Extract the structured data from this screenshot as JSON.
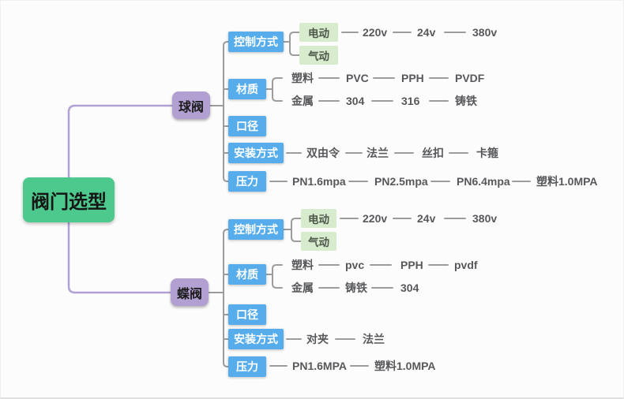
{
  "colors": {
    "root_bg": "#4dc98d",
    "branch_bg": "#b3a0d2",
    "topic_bg": "#57adec",
    "leaf_box_bg": "#d7eccd",
    "line": "#9c9c9c",
    "root_line": "#b2a0d2",
    "leaf_text": "#57585b"
  },
  "root": {
    "label": "阀门选型"
  },
  "ball": {
    "label": "球阀",
    "control": {
      "label": "控制方式",
      "electric": "电动",
      "pneumatic": "气动",
      "voltages": [
        "220v",
        "24v",
        "380v"
      ]
    },
    "material": {
      "label": "材质",
      "plastic": [
        "塑料",
        "PVC",
        "PPH",
        "PVDF"
      ],
      "metal": [
        "金属",
        "304",
        "316",
        "铸铁"
      ]
    },
    "diameter": {
      "label": "口径"
    },
    "install": {
      "label": "安装方式",
      "items": [
        "双由令",
        "法兰",
        "丝扣",
        "卡箍"
      ]
    },
    "pressure": {
      "label": "压力",
      "items": [
        "PN1.6mpa",
        "PN2.5mpa",
        "PN6.4mpa",
        "塑料1.0MPA"
      ]
    }
  },
  "butterfly": {
    "label": "蝶阀",
    "control": {
      "label": "控制方式",
      "electric": "电动",
      "pneumatic": "气动",
      "voltages": [
        "220v",
        "24v",
        "380v"
      ]
    },
    "material": {
      "label": "材质",
      "plastic": [
        "塑料",
        "pvc",
        "PPH",
        "pvdf"
      ],
      "metal": [
        "金属",
        "铸铁",
        "304"
      ]
    },
    "diameter": {
      "label": "口径"
    },
    "install": {
      "label": "安装方式",
      "items": [
        "对夹",
        "法兰"
      ]
    },
    "pressure": {
      "label": "压力",
      "items": [
        "PN1.6MPA",
        "塑料1.0MPA"
      ]
    }
  }
}
